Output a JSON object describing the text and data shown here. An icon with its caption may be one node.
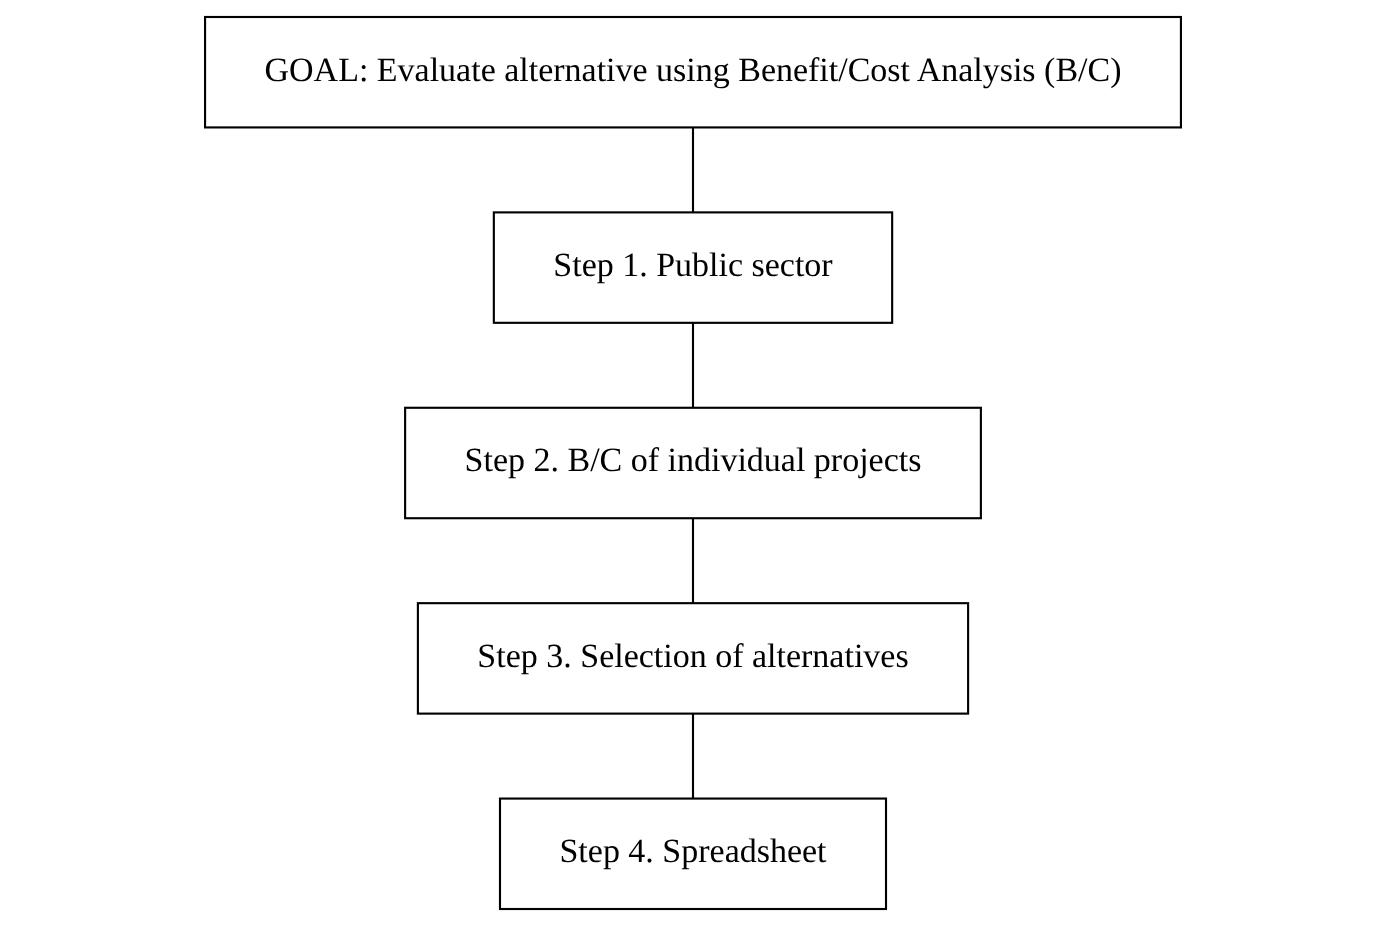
{
  "diagram": {
    "nodes": [
      {
        "text": [
          "GOAL: Evaluate alternative using Benefit/Cost Analysis (B/C)"
        ]
      },
      {
        "text": [
          "Step 1. Public sector"
        ]
      },
      {
        "text": [
          "Step 2. B/C of individual projects"
        ]
      },
      {
        "text": [
          "Step 3. Selection of alternatives"
        ]
      },
      {
        "text": [
          "Step 4. Spreadsheet"
        ]
      }
    ],
    "edges": [
      {
        "from": 0,
        "to": 1,
        "arrow": "none"
      },
      {
        "from": 1,
        "to": 2,
        "arrow": "none"
      },
      {
        "from": 2,
        "to": 3,
        "arrow": "none"
      },
      {
        "from": 3,
        "to": 4,
        "arrow": "none"
      }
    ]
  }
}
